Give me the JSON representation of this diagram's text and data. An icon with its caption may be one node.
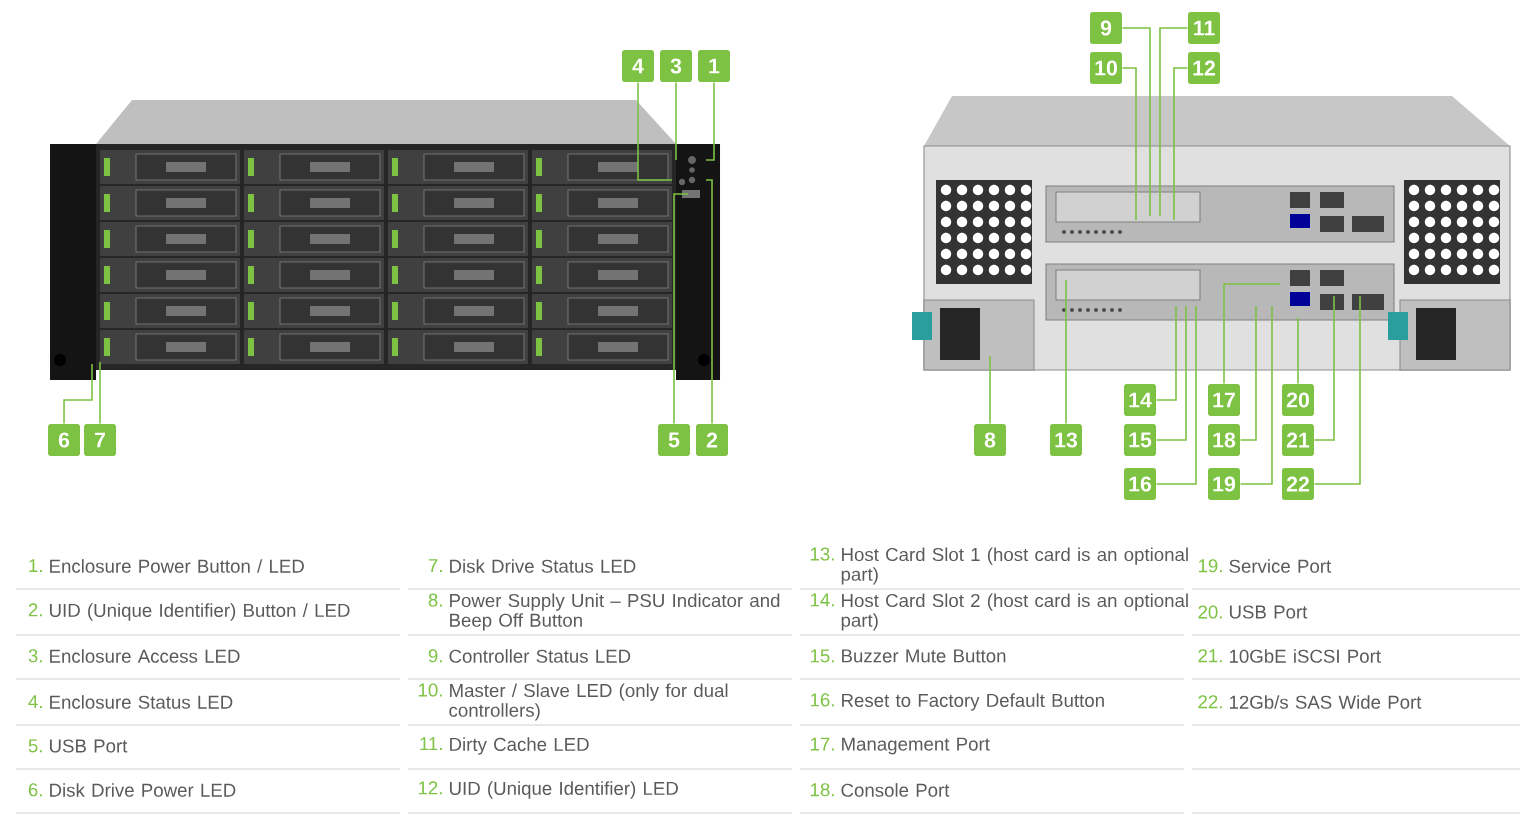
{
  "diagram": {
    "nodes": [
      {
        "text": [
          "1"
        ]
      },
      {
        "text": [
          "2"
        ]
      },
      {
        "text": [
          "3"
        ]
      },
      {
        "text": [
          "4"
        ]
      },
      {
        "text": [
          "5"
        ]
      },
      {
        "text": [
          "6"
        ]
      },
      {
        "text": [
          "7"
        ]
      },
      {
        "text": [
          "8"
        ]
      },
      {
        "text": [
          "9"
        ]
      },
      {
        "text": [
          "10"
        ]
      },
      {
        "text": [
          "11"
        ]
      },
      {
        "text": [
          "12"
        ]
      },
      {
        "text": [
          "13"
        ]
      },
      {
        "text": [
          "14"
        ]
      },
      {
        "text": [
          "15"
        ]
      },
      {
        "text": [
          "16"
        ]
      },
      {
        "text": [
          "17"
        ]
      },
      {
        "text": [
          "18"
        ]
      },
      {
        "text": [
          "19"
        ]
      },
      {
        "text": [
          "20"
        ]
      },
      {
        "text": [
          "21"
        ]
      },
      {
        "text": [
          "22"
        ]
      }
    ],
    "edges": [
      {
        "from": 0,
        "to": null,
        "arrow": "none"
      },
      {
        "from": 1,
        "to": null,
        "arrow": "none"
      },
      {
        "from": 2,
        "to": null,
        "arrow": "none"
      },
      {
        "from": 3,
        "to": null,
        "arrow": "none"
      },
      {
        "from": 4,
        "to": null,
        "arrow": "none"
      },
      {
        "from": 5,
        "to": null,
        "arrow": "none"
      },
      {
        "from": 6,
        "to": null,
        "arrow": "none"
      },
      {
        "from": 7,
        "to": null,
        "arrow": "none"
      },
      {
        "from": 8,
        "to": null,
        "arrow": "none"
      },
      {
        "from": 9,
        "to": null,
        "arrow": "none"
      },
      {
        "from": 10,
        "to": null,
        "arrow": "none"
      },
      {
        "from": 11,
        "to": null,
        "arrow": "none"
      },
      {
        "from": 12,
        "to": null,
        "arrow": "none"
      },
      {
        "from": 13,
        "to": null,
        "arrow": "none"
      },
      {
        "from": 14,
        "to": null,
        "arrow": "none"
      },
      {
        "from": 15,
        "to": null,
        "arrow": "none"
      },
      {
        "from": 16,
        "to": null,
        "arrow": "none"
      },
      {
        "from": 17,
        "to": null,
        "arrow": "none"
      },
      {
        "from": 18,
        "to": null,
        "arrow": "none"
      },
      {
        "from": 19,
        "to": null,
        "arrow": "none"
      },
      {
        "from": 20,
        "to": null,
        "arrow": "none"
      },
      {
        "from": 21,
        "to": null,
        "arrow": "none"
      }
    ],
    "labels": [
      "1.",
      "Enclosure Power Button / LED",
      "7.",
      "Disk Drive Status LED",
      "13.",
      "Host Card Slot 1 (host card is an optional part)",
      "19.",
      "Service Port",
      "2.",
      "UID (Unique Identifier) Button / LED",
      "8.",
      "Power Supply Unit – PSU Indicator and Beep Off Button",
      "14.",
      "Host Card Slot 2 (host card is an optional part)",
      "20.",
      "USB Port",
      "3.",
      "Enclosure Access LED",
      "9.",
      "Controller Status LED",
      "15.",
      "Buzzer Mute Button",
      "21.",
      "10GbE iSCSI Port",
      "4.",
      "Enclosure Status LED",
      "10.",
      "Master / Slave LED (only for dual controllers)",
      "16.",
      "Reset to Factory Default Button",
      "22.",
      "12Gb/s SAS Wide Port",
      "5.",
      "USB Port",
      "11.",
      "Dirty Cache LED",
      "17.",
      "Management Port",
      "6.",
      "Disk Drive Power LED",
      "12.",
      "UID (Unique Identifier) LED",
      "18.",
      "Console Port"
    ]
  }
}
